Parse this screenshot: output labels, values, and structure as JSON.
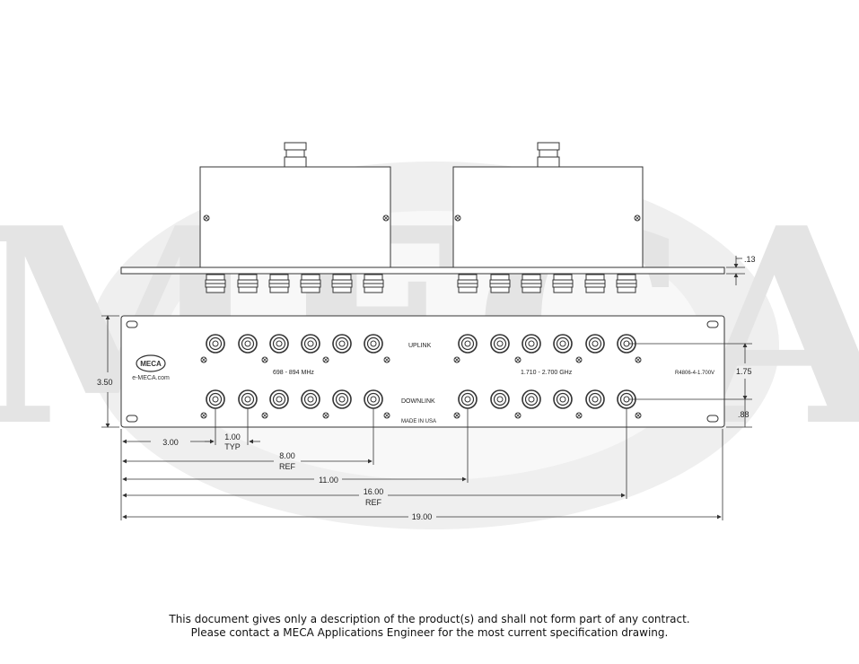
{
  "watermark": {
    "text": "MECA"
  },
  "logo": {
    "text": "MECA",
    "url_text": "e-MECA.com"
  },
  "panel": {
    "uplink_label": "UPLINK",
    "downlink_label": "DOWNLINK",
    "band_low": "698 - 894 MHz",
    "band_high": "1.710 - 2.700 GHz",
    "part_number": "R4806-4-1.700V",
    "made_in": "MADE IN USA"
  },
  "dimensions": {
    "top_flange": ".13",
    "height": "3.50",
    "port_row_spacing": "1.75",
    "bottom_row": ".88",
    "first_port": "3.00",
    "pitch_value": "1.00",
    "pitch_note": "TYP",
    "low_last_value": "8.00",
    "low_last_note": "REF",
    "high_first": "11.00",
    "high_last_value": "16.00",
    "high_last_note": "REF",
    "overall_width": "19.00"
  },
  "disclaimer": {
    "line1": "This document gives only a description of the product(s) and shall not form part of any contract.",
    "line2": "Please contact a MECA Applications Engineer for the most current specification drawing."
  },
  "colors": {
    "line": "#333333",
    "watermark": "#e6e6e6",
    "text": "#111111"
  }
}
